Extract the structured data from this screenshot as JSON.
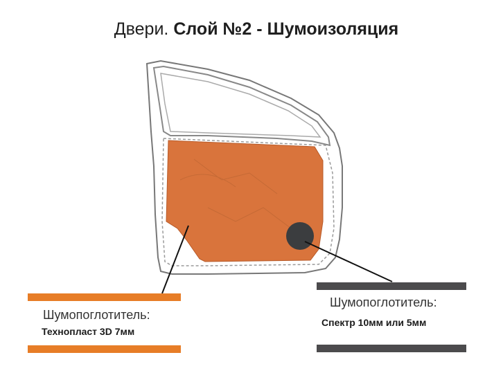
{
  "title": {
    "prefix": "Двери.",
    "main": "Слой №2 - Шумоизоляция"
  },
  "left_material": {
    "label": "Шумопоглотитель:",
    "product": "Технопласт 3D 7мм",
    "color": "#e77d27"
  },
  "right_material": {
    "label": "Шумопоглотитель:",
    "product": "Спектр 10мм или 5мм",
    "color": "#4c4b4d"
  },
  "door_fill_color": "#d9743c",
  "circle_color": "#3b3d3f"
}
